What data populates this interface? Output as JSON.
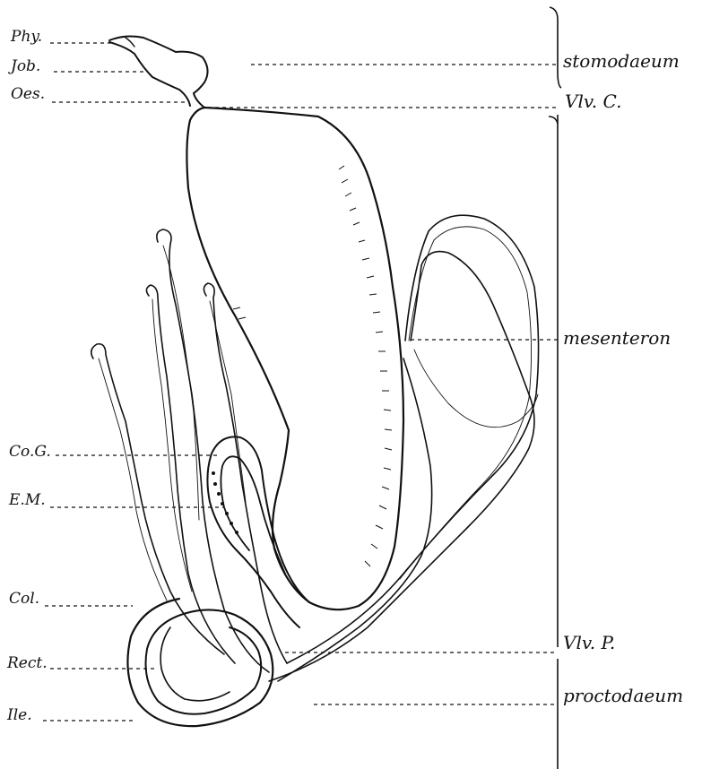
{
  "figure": {
    "labels_left": {
      "phy": "Phy.",
      "job": "Job.",
      "oes": "Oes.",
      "cog": "Co.G.",
      "em": "E.M.",
      "col": "Col.",
      "rect": "Rect.",
      "ile": "Ile."
    },
    "labels_right": {
      "stomodaeum": "stomodaeum",
      "vlvc": "Vlv. C.",
      "mesenteron": "mesenteron",
      "vlvp": "Vlv. P.",
      "proctodaeum": "proctodaeum"
    }
  }
}
